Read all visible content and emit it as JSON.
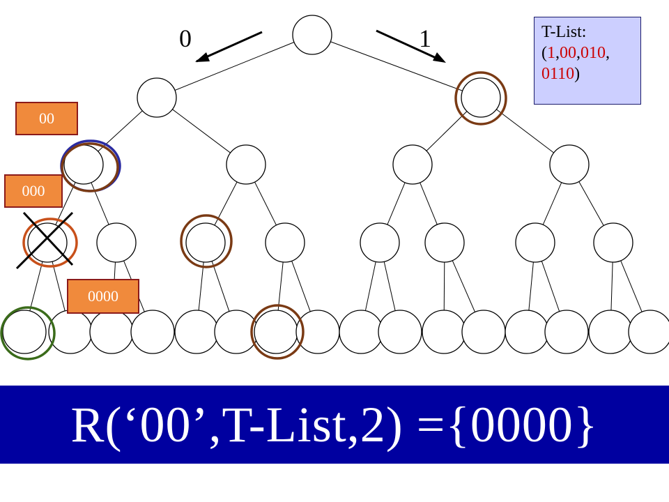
{
  "labels": {
    "left_branch": "0",
    "right_branch": "1"
  },
  "tags": {
    "tag_00": "00",
    "tag_000": "000",
    "tag_0000": "0000"
  },
  "tlist": {
    "title": "T-List:",
    "open_paren": "(",
    "v1": "1",
    "comma1": ",",
    "v2": "00",
    "comma2": ",",
    "v3": "010",
    "comma3": ",",
    "v4": "0110",
    "close_paren": ")"
  },
  "banner": {
    "text": "R(‘00’,T-List,2) ={0000}"
  },
  "colors": {
    "ring_brown": "#7a3a14",
    "ring_orange": "#c8501a",
    "ring_green": "#3a6b1a",
    "ring_blue": "#2a2aa0",
    "tag_fill": "#f08a3c",
    "tlist_fill": "#cccfff",
    "highlight_red": "#cc0000",
    "banner_fill": "#0000a0"
  }
}
